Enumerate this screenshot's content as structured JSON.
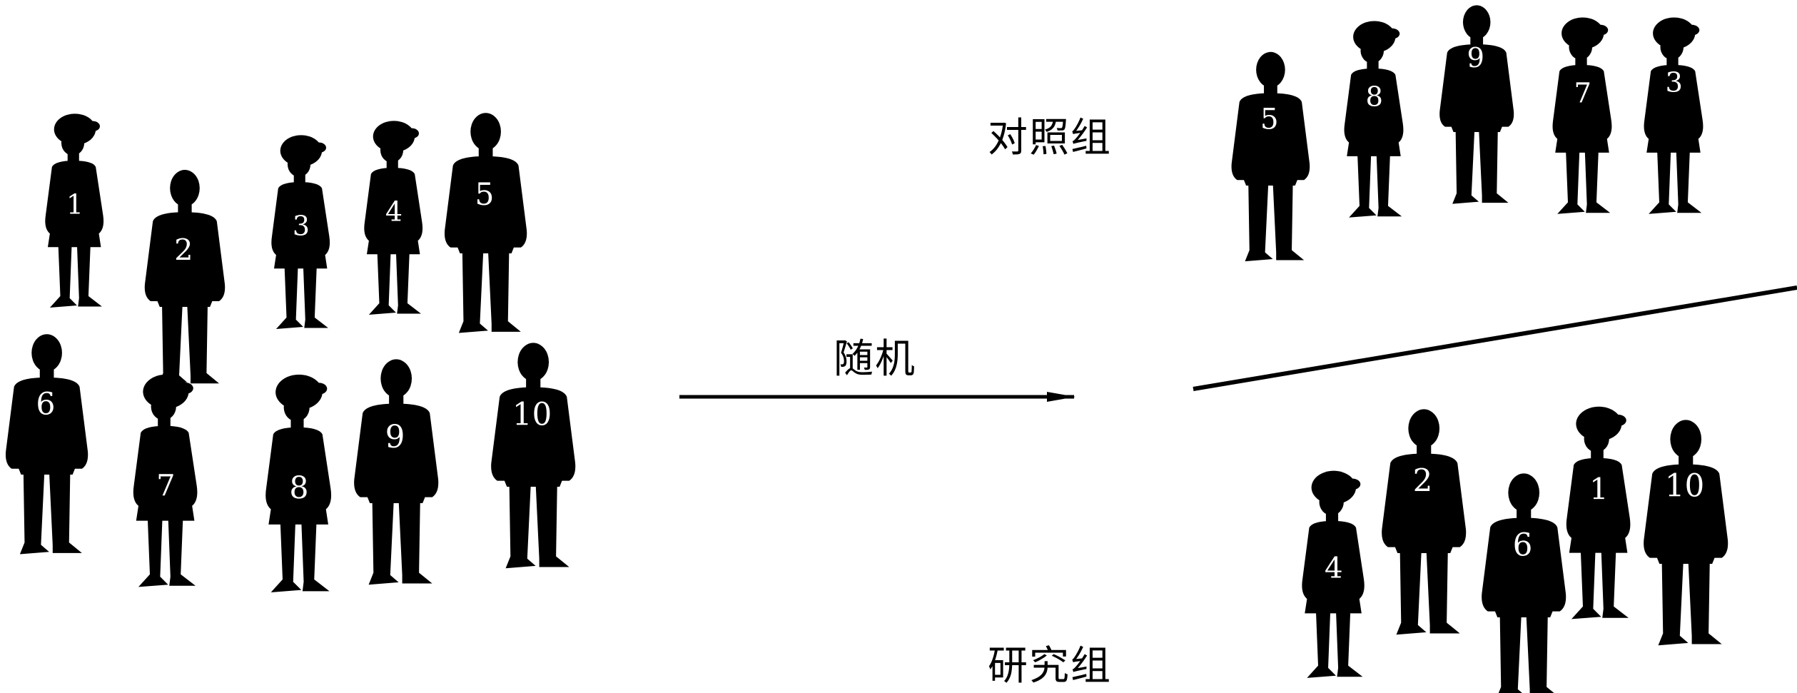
{
  "labels": {
    "randomize": "随机",
    "control_group": "对照组",
    "study_group": "研究组"
  },
  "colors": {
    "silhouette": "#000000",
    "number_text": "#ffffff",
    "lines": "#000000"
  },
  "population": {
    "people": [
      {
        "number": "1",
        "style": "woman"
      },
      {
        "number": "2",
        "style": "man"
      },
      {
        "number": "3",
        "style": "woman"
      },
      {
        "number": "4",
        "style": "woman"
      },
      {
        "number": "5",
        "style": "man"
      },
      {
        "number": "6",
        "style": "man"
      },
      {
        "number": "7",
        "style": "woman"
      },
      {
        "number": "8",
        "style": "woman"
      },
      {
        "number": "9",
        "style": "man"
      },
      {
        "number": "10",
        "style": "man"
      }
    ]
  },
  "control": {
    "people": [
      {
        "number": "5",
        "style": "man"
      },
      {
        "number": "8",
        "style": "woman"
      },
      {
        "number": "9",
        "style": "man"
      },
      {
        "number": "7",
        "style": "woman"
      },
      {
        "number": "3",
        "style": "woman"
      }
    ]
  },
  "study": {
    "people": [
      {
        "number": "4",
        "style": "woman"
      },
      {
        "number": "2",
        "style": "man"
      },
      {
        "number": "6",
        "style": "man"
      },
      {
        "number": "1",
        "style": "woman"
      },
      {
        "number": "10",
        "style": "man"
      }
    ]
  }
}
